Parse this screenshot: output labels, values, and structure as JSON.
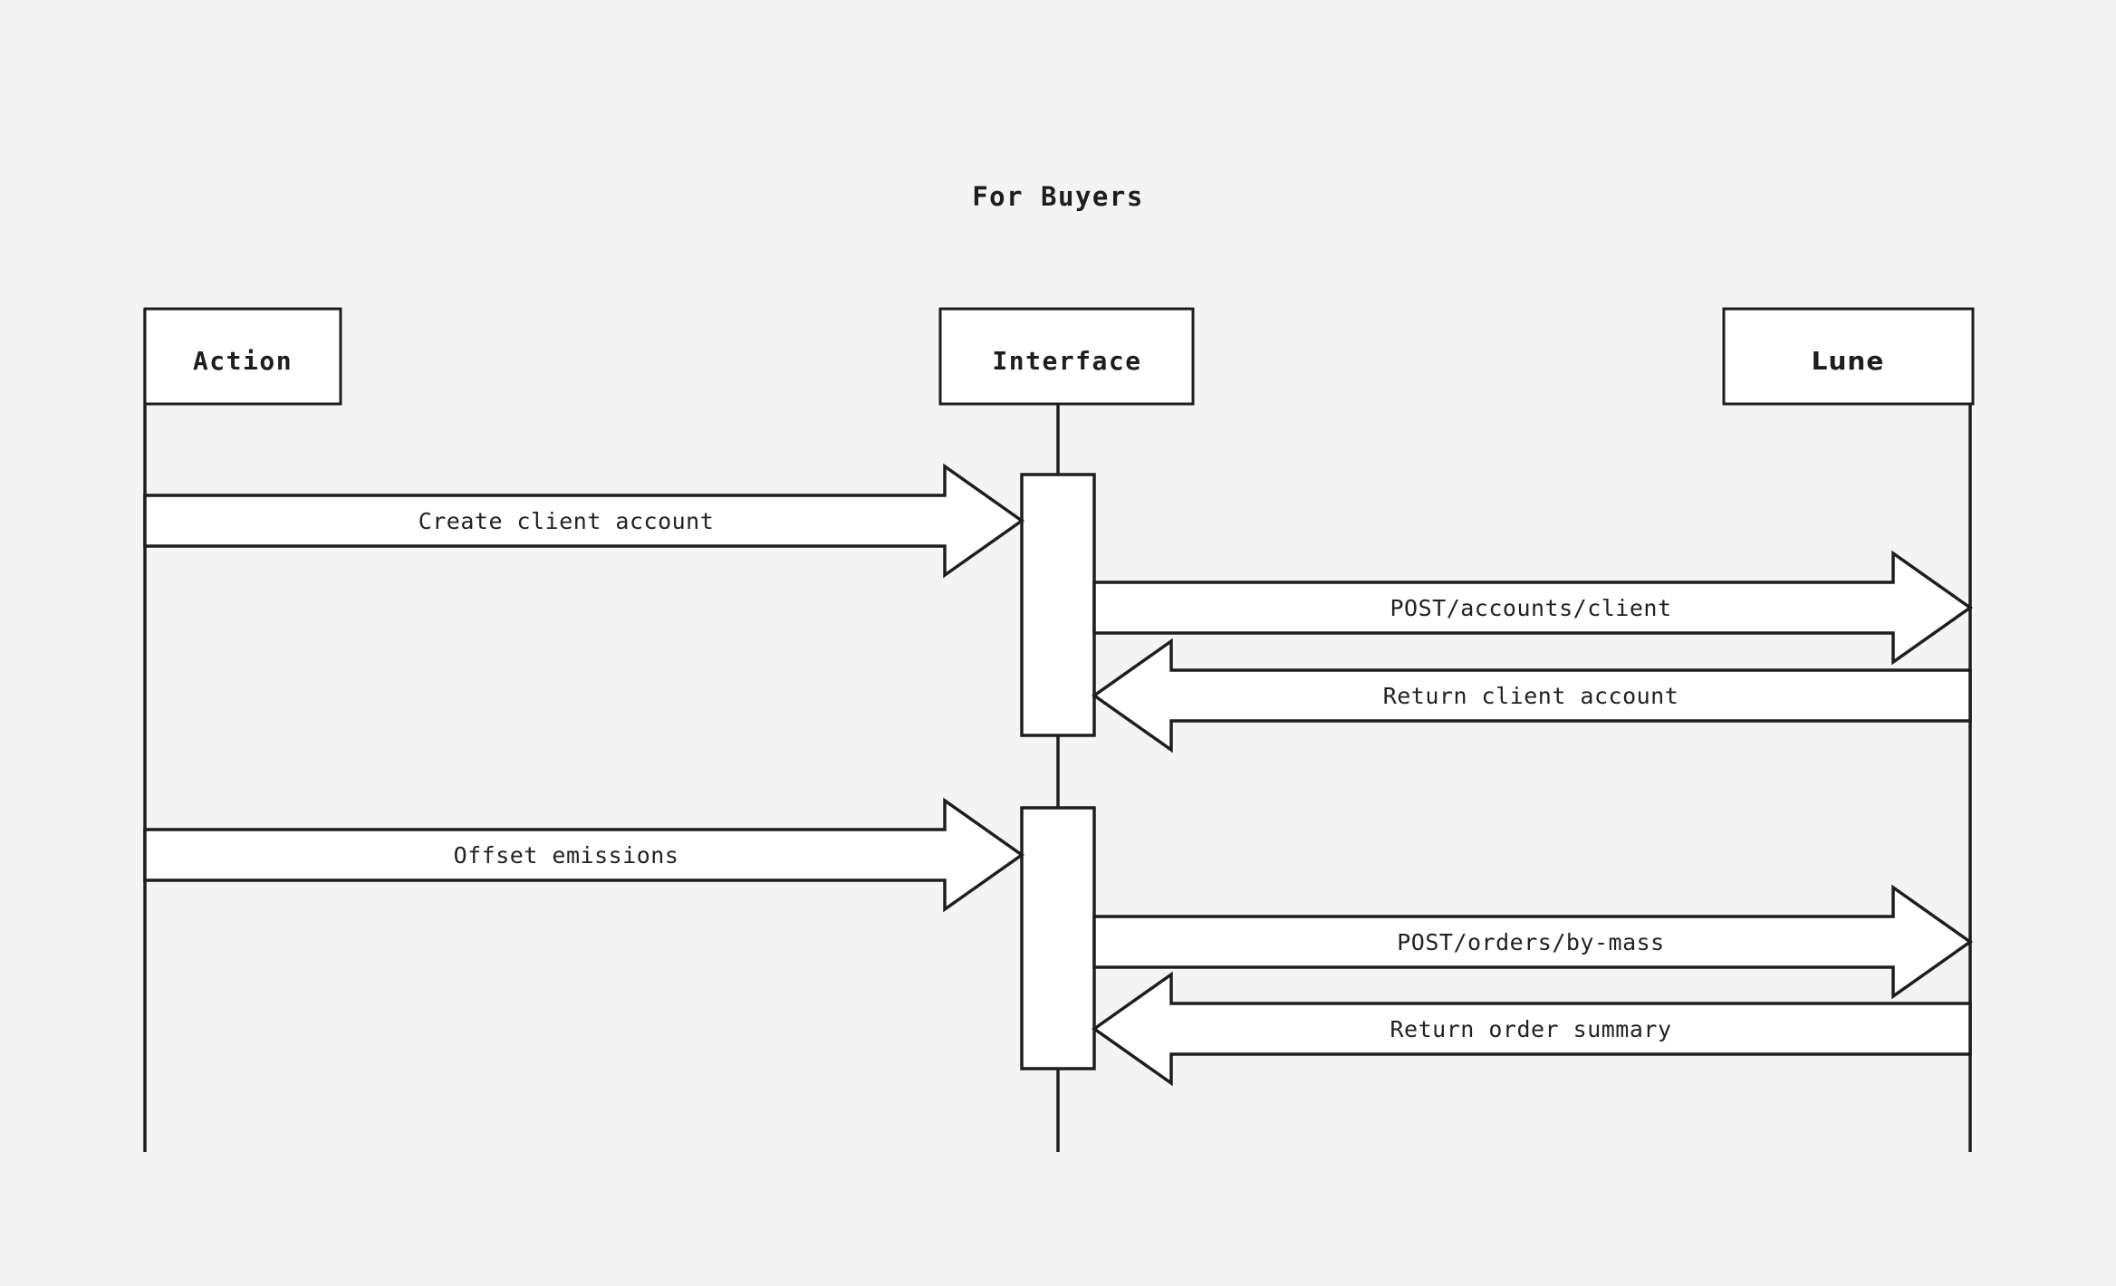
{
  "diagram": {
    "title": "For Buyers",
    "type": "sequence-diagram",
    "background_color": "#f4f4f4",
    "line_color": "#1e1e1e",
    "fill_color": "#ffffff"
  },
  "actors": [
    {
      "id": "action",
      "label": "Action",
      "font": "mono"
    },
    {
      "id": "interface",
      "label": "Interface",
      "font": "mono"
    },
    {
      "id": "lune",
      "label": "Lune",
      "font": "sans"
    }
  ],
  "messages": [
    {
      "index": 1,
      "label": "Create client account",
      "from": "action",
      "to": "interface",
      "direction": "right"
    },
    {
      "index": 2,
      "label": "POST/accounts/client",
      "from": "interface",
      "to": "lune",
      "direction": "right"
    },
    {
      "index": 3,
      "label": "Return client account",
      "from": "lune",
      "to": "interface",
      "direction": "left"
    },
    {
      "index": 4,
      "label": "Offset emissions",
      "from": "action",
      "to": "interface",
      "direction": "right"
    },
    {
      "index": 5,
      "label": "POST/orders/by-mass",
      "from": "interface",
      "to": "lune",
      "direction": "right"
    },
    {
      "index": 6,
      "label": "Return order summary",
      "from": "lune",
      "to": "interface",
      "direction": "left"
    }
  ],
  "activations": [
    {
      "actor": "interface",
      "covers_messages": [
        1,
        2,
        3
      ]
    },
    {
      "actor": "interface",
      "covers_messages": [
        4,
        5,
        6
      ]
    }
  ]
}
